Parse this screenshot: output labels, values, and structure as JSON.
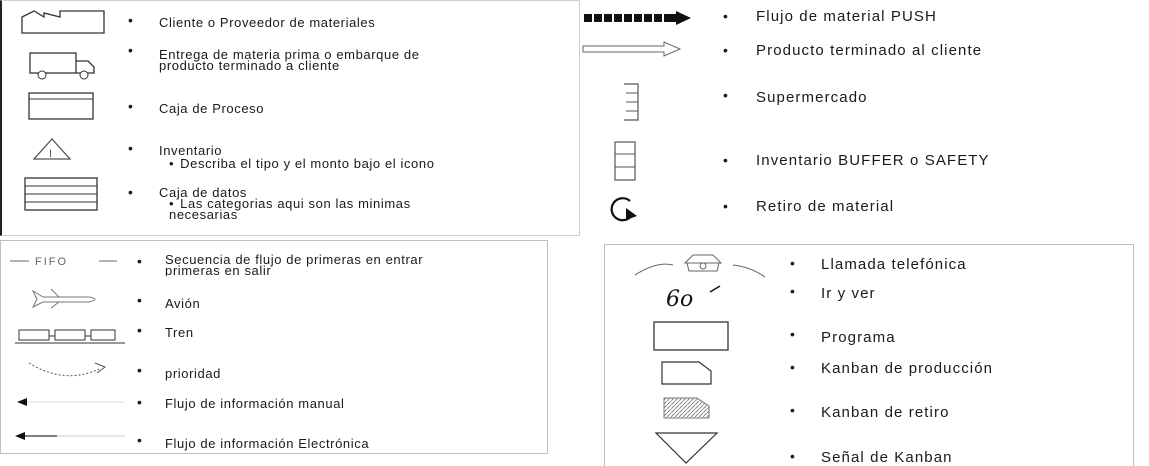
{
  "top_left": [
    {
      "icon": "factory-icon",
      "text": "Cliente o Proveedor de materiales"
    },
    {
      "icon": "truck-icon",
      "text": "Entrega de materia prima o embarque de\nproducto terminado a cliente"
    },
    {
      "icon": "process-box-icon",
      "text": "Caja de Proceso"
    },
    {
      "icon": "inventory-triangle-icon",
      "text": "Inventario",
      "sub": "Describa el tipo y el monto bajo el icono"
    },
    {
      "icon": "data-box-icon",
      "text": "Caja de datos",
      "sub": "Las categorias aqui son las minimas\nnecesarias"
    }
  ],
  "top_right": [
    {
      "icon": "push-arrow-icon",
      "text": "Flujo de material PUSH"
    },
    {
      "icon": "hollow-arrow-icon",
      "text": "Producto terminado al cliente"
    },
    {
      "icon": "supermarket-icon",
      "text": "Supermercado"
    },
    {
      "icon": "buffer-icon",
      "text": "Inventario BUFFER o SAFETY"
    },
    {
      "icon": "withdrawal-arrow-icon",
      "text": "Retiro de material"
    }
  ],
  "bottom_left": [
    {
      "icon": "fifo-icon",
      "icon_label": "FIFO",
      "text": "Secuencia de flujo de primeras en entrar\nprimeras en salir"
    },
    {
      "icon": "airplane-icon",
      "text": "Avión"
    },
    {
      "icon": "train-icon",
      "text": "Tren"
    },
    {
      "icon": "priority-curve-icon",
      "text": "prioridad"
    },
    {
      "icon": "manual-info-arrow-icon",
      "text": "Flujo de información manual"
    },
    {
      "icon": "electronic-info-arrow-icon",
      "text": "Flujo de información Electrónica"
    }
  ],
  "bottom_right": [
    {
      "icon": "telephone-icon",
      "text": "Llamada telefónica"
    },
    {
      "icon": "go-see-glasses-icon",
      "icon_label": "6o",
      "text": "Ir y ver"
    },
    {
      "icon": "schedule-box-icon",
      "text": "Programa"
    },
    {
      "icon": "production-kanban-icon",
      "text": "Kanban de producción"
    },
    {
      "icon": "withdrawal-kanban-icon",
      "text": "Kanban de retiro"
    },
    {
      "icon": "kanban-signal-icon",
      "text": "Señal de Kanban"
    }
  ],
  "bullet": "•"
}
